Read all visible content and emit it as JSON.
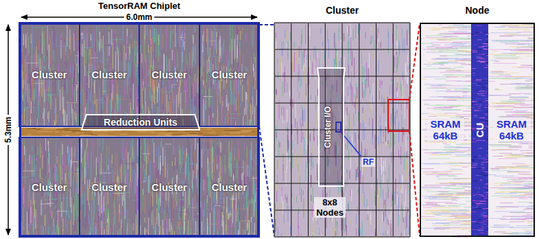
{
  "diagram": {
    "nodes": [
      {
        "text": [
          "TensorRAM Chiplet"
        ]
      },
      {
        "text": [
          "Cluster"
        ],
        "in": 0
      },
      {
        "text": [
          "Cluster"
        ],
        "in": 0
      },
      {
        "text": [
          "Cluster"
        ],
        "in": 0
      },
      {
        "text": [
          "Cluster"
        ],
        "in": 0
      },
      {
        "text": [
          "Reduction Units"
        ],
        "in": 0
      },
      {
        "text": [
          "Cluster"
        ],
        "in": 0
      },
      {
        "text": [
          "Cluster"
        ],
        "in": 0
      },
      {
        "text": [
          "Cluster"
        ],
        "in": 0
      },
      {
        "text": [
          "Cluster"
        ],
        "in": 0
      },
      {
        "text": [
          "Cluster"
        ]
      },
      {
        "text": [
          "Cluster I/O"
        ],
        "in": 10
      },
      {
        "text": [
          "Node"
        ]
      },
      {
        "text": [
          "SRAM 64kB"
        ],
        "in": 12
      },
      {
        "text": [
          "CU"
        ],
        "in": 12
      },
      {
        "text": [
          "SRAM 64kB"
        ],
        "in": 12
      }
    ],
    "edges": [
      {
        "from": 4,
        "to": 10,
        "arrow": "none"
      }
    ],
    "labels": [
      "6.0mm",
      "5.3mm",
      "RF",
      "8x8 Nodes"
    ]
  }
}
